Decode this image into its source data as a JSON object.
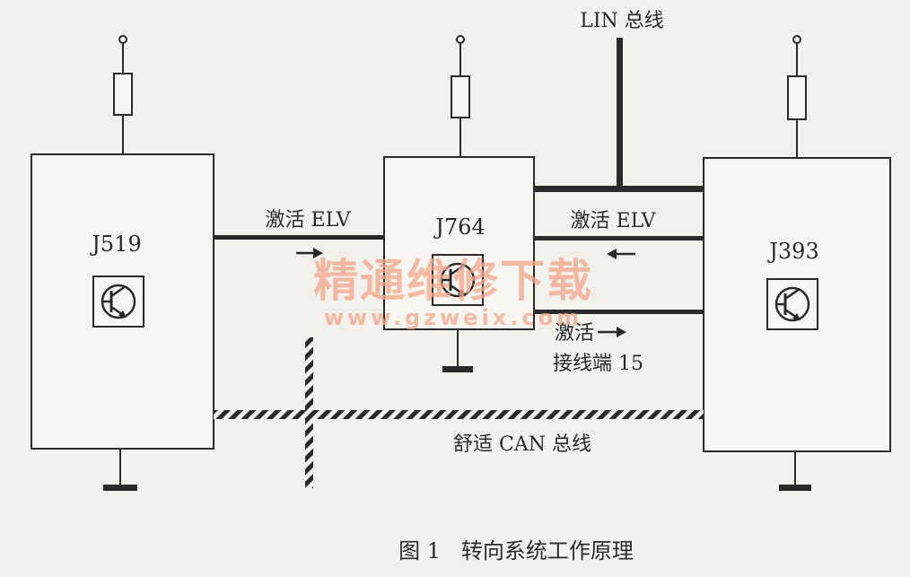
{
  "diagram": {
    "modules": {
      "j519": "J519",
      "j764": "J764",
      "j393": "J393"
    },
    "bus": {
      "lin": "LIN 总线",
      "can": "舒适 CAN 总线"
    },
    "signals": {
      "elv_left": "激活 ELV",
      "elv_right": "激活 ELV",
      "term15_line1": "激活",
      "term15_line2": "接线端 15"
    },
    "caption": "图 1   转向系统工作原理",
    "watermark": {
      "title": "精通维修下载",
      "url": "www.gzweix.com"
    },
    "colors": {
      "line": "#2a2a2a",
      "paper": "#f2f1ec",
      "watermark": "#f5a68a"
    }
  }
}
